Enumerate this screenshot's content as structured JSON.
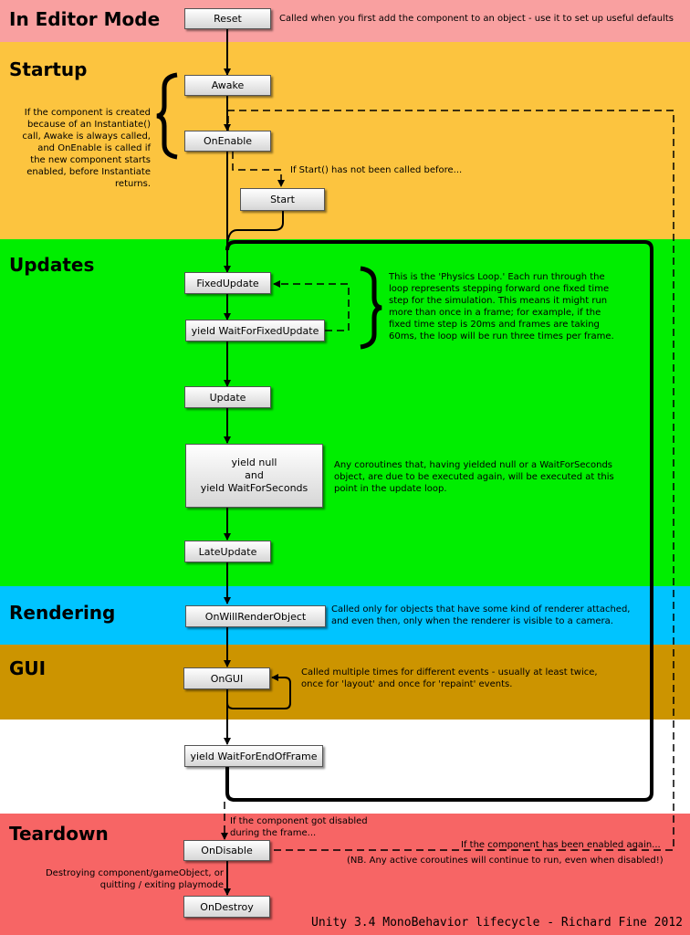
{
  "colors": {
    "editor": "#f9a0a0",
    "startup": "#fcc43f",
    "updates": "#00ee00",
    "rendering": "#00c4ff",
    "gui": "#cc9400",
    "white": "#ffffff",
    "teardown": "#f76565"
  },
  "sections": {
    "editor": "In Editor Mode",
    "startup": "Startup",
    "updates": "Updates",
    "rendering": "Rendering",
    "gui": "GUI",
    "teardown": "Teardown"
  },
  "nodes": {
    "reset": "Reset",
    "awake": "Awake",
    "onenable": "OnEnable",
    "start": "Start",
    "fixedupdate": "FixedUpdate",
    "yield_fixed": "yield WaitForFixedUpdate",
    "update": "Update",
    "yield_null_1": "yield null",
    "yield_null_2": "and",
    "yield_null_3": "yield WaitForSeconds",
    "lateupdate": "LateUpdate",
    "onwillrender": "OnWillRenderObject",
    "ongui": "OnGUI",
    "yield_eof": "yield WaitForEndOfFrame",
    "ondisable": "OnDisable",
    "ondestroy": "OnDestroy"
  },
  "notes": {
    "reset": "Called when you first add the component to an object - use it to set up useful defaults",
    "instantiate": "If the component is created because of an Instantiate() call, Awake is always called, and OnEnable is called if the new component starts enabled, before Instantiate returns.",
    "start": "If Start() has not been called before...",
    "physics": "This is the 'Physics Loop.' Each run through the loop represents stepping forward one fixed time step for the simulation. This means it might run more than once in a frame; for example, if the fixed time step is 20ms and frames are taking 60ms, the loop will be run three times per frame.",
    "coroutines": "Any coroutines that, having yielded null or a WaitForSeconds object, are due to be executed again, will be executed at this point in the update loop.",
    "render": "Called only for objects that have some kind of renderer attached, and even then, only when the renderer is visible to a camera.",
    "gui": "Called multiple times for different events - usually at least twice, once for 'layout' and once for 'repaint' events.",
    "disabled": "If the component got disabled during the frame...",
    "reenabled": "If the component has been enabled again...",
    "nb": "(NB. Any active coroutines will continue to run, even when disabled!)",
    "destroy": "Destroying component/gameObject, or quitting / exiting playmode"
  },
  "footer": "Unity 3.4 MonoBehavior lifecycle - Richard Fine 2012"
}
